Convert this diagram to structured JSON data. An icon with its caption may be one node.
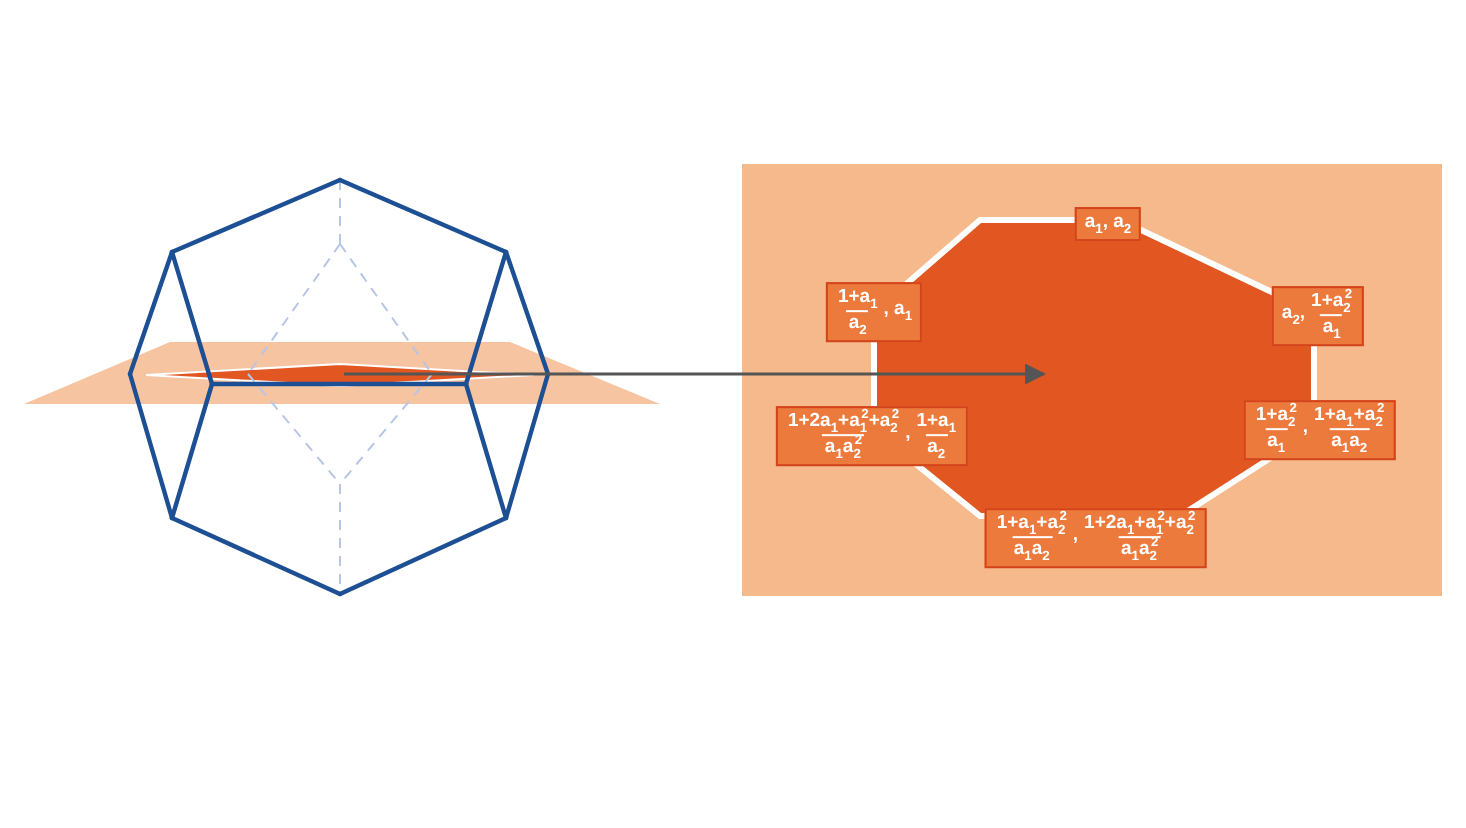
{
  "diagram": {
    "nodes": [
      {
        "text": [],
        "shape": "polygon"
      },
      {
        "text": [],
        "shape": "box"
      },
      {
        "text": [],
        "shape": "polygon",
        "in": 1
      },
      {
        "text": [
          "a$_{1}$, a$_{2}$"
        ],
        "in": 1
      },
      {
        "text": [
          "1+a$_{1}$",
          "a$_{2}$",
          ", a$_{1}$"
        ],
        "in": 1
      },
      {
        "text": [
          "a$_{2}$,",
          "1+a$_{2}$$^{2}$",
          "a$_{1}$"
        ],
        "in": 1
      },
      {
        "text": [
          "1+2a$_{1}$+a$_{1}$$^{2}$+a$_{2}$$^{2}$",
          "a$_{1}$a$_{2}$$^{2}$",
          ",",
          "1+a$_{1}$",
          "a$_{2}$"
        ],
        "in": 1
      },
      {
        "text": [
          "1+a$_{2}$$^{2}$",
          "a$_{1}$",
          ",",
          "1+a$_{1}$+a$_{2}$$^{2}$",
          "a$_{1}$a$_{2}$"
        ],
        "in": 1
      },
      {
        "text": [
          "1+a$_{1}$+a$_{2}$$^{2}$",
          "a$_{1}$a$_{2}$",
          ",",
          "1+2a$_{1}$+a$_{1}$$^{2}$+a$_{2}$$^{2}$",
          "a$_{1}$a$_{2}$$^{2}$"
        ],
        "in": 1
      }
    ],
    "edges": [
      {
        "from": 0,
        "to": 2,
        "arrow": "to"
      }
    ]
  }
}
